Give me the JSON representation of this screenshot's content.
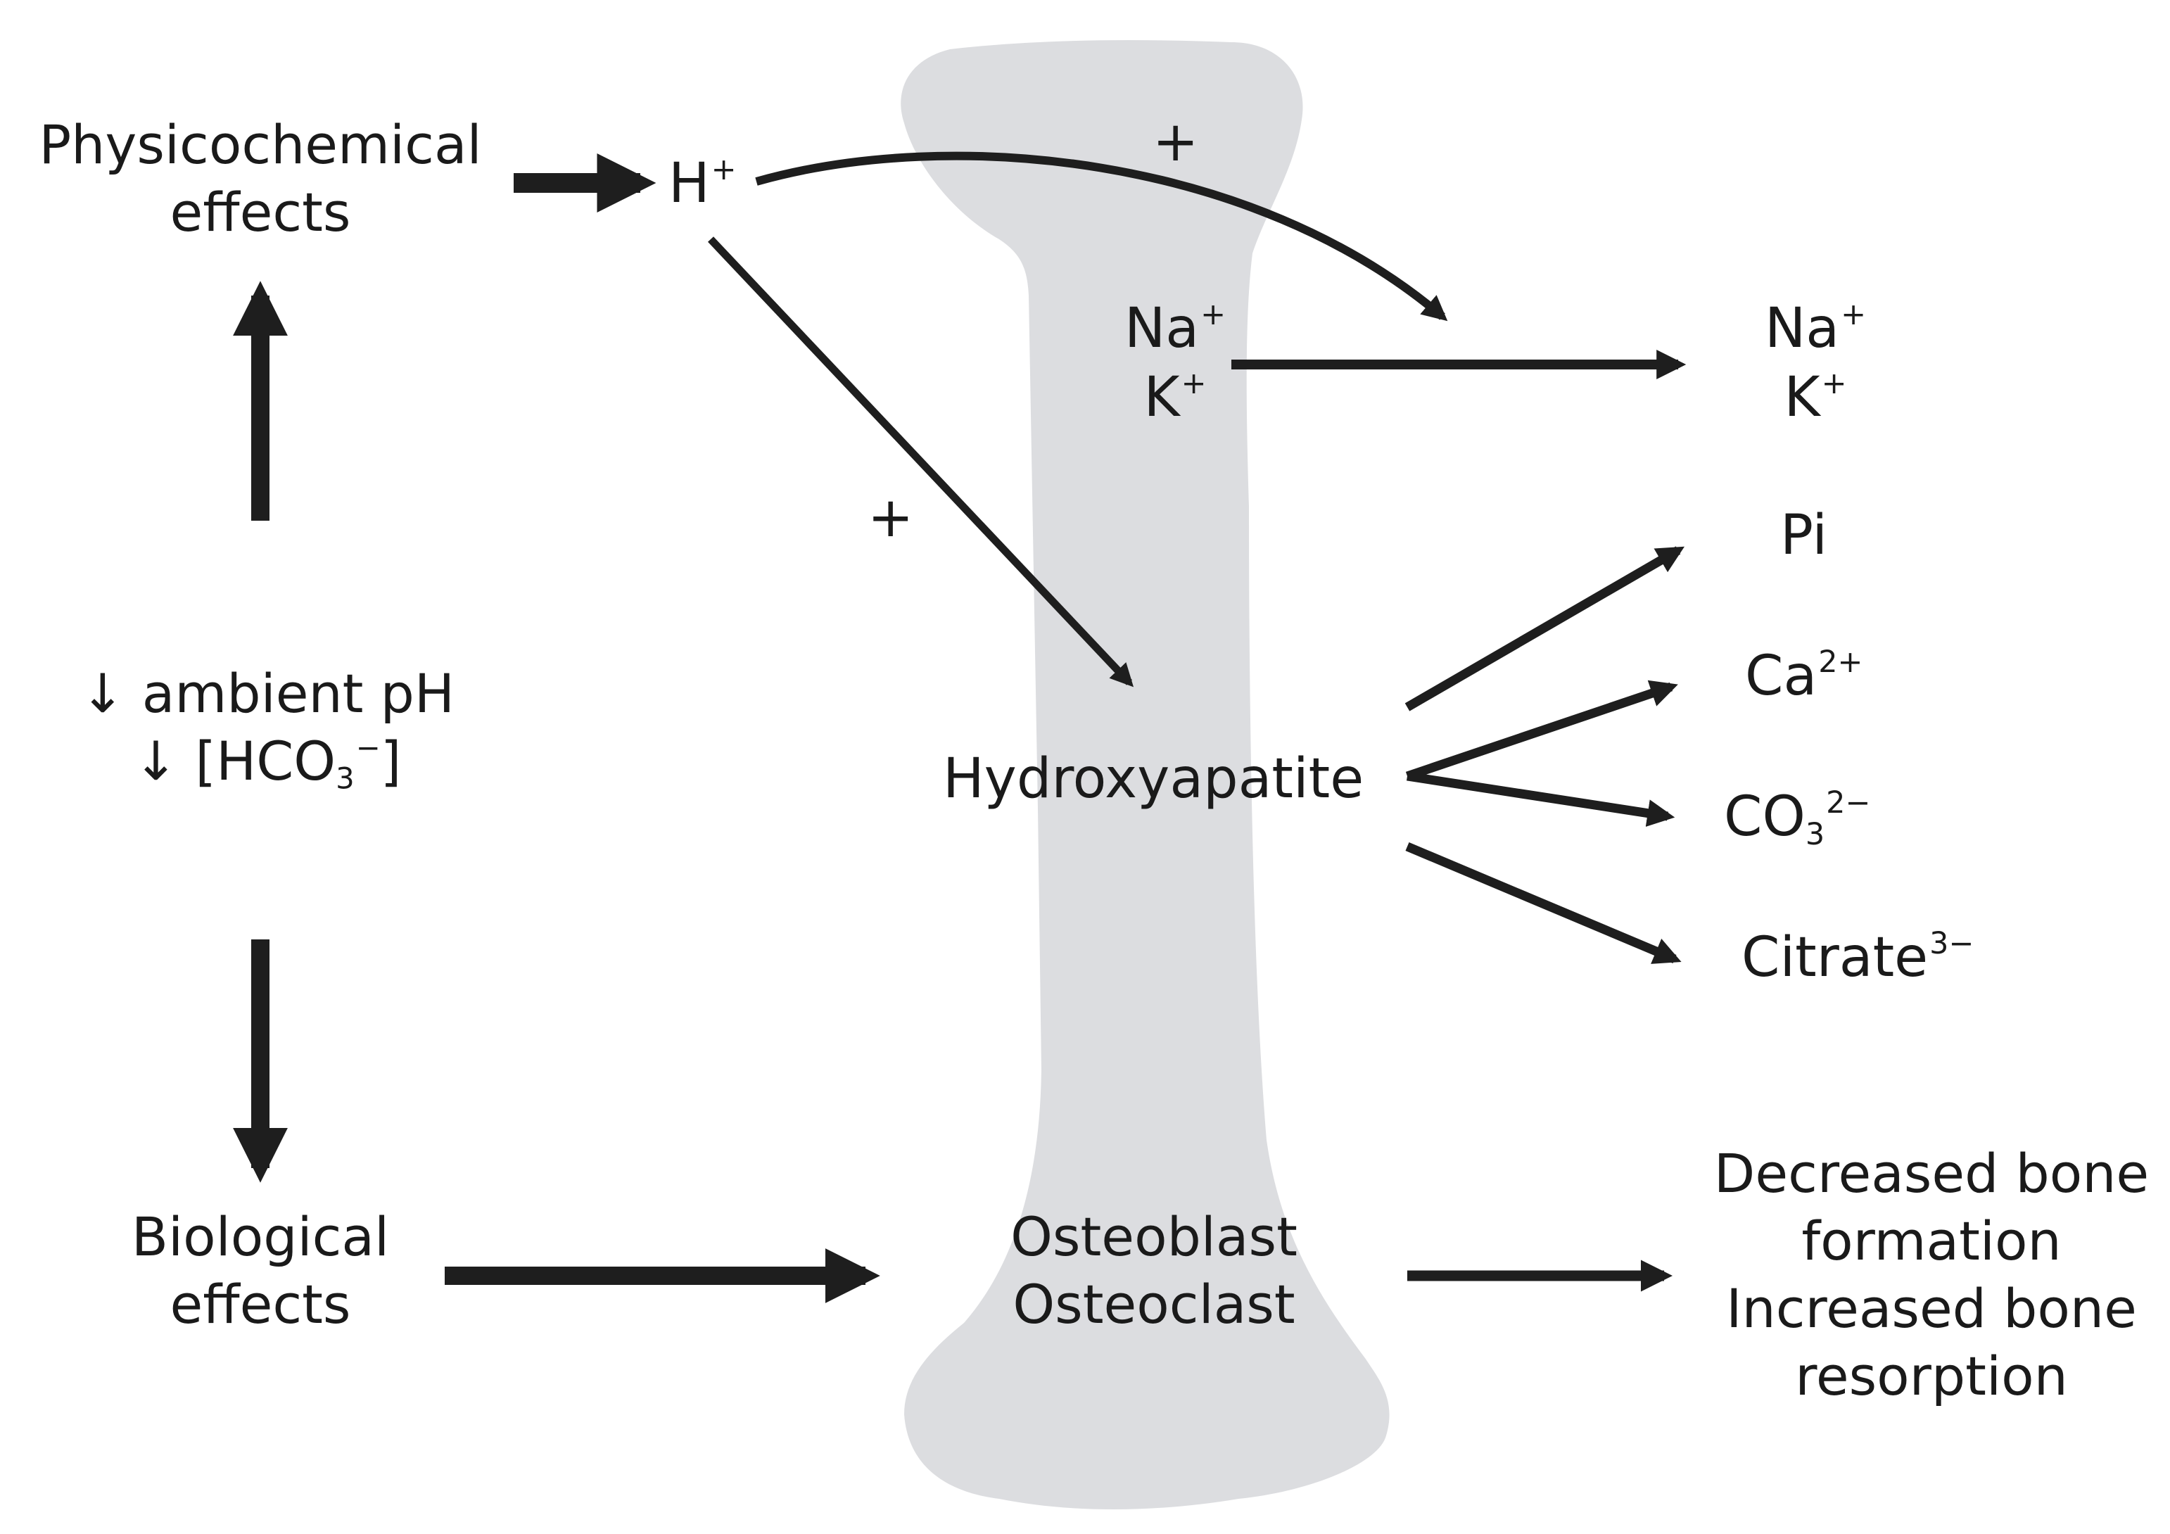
{
  "labels": {
    "physicochemical_line1": "Physicochemical",
    "physicochemical_line2": "effects",
    "h_plus": "H",
    "h_plus_sup": "+",
    "plus_top": "+",
    "plus_left": "+",
    "na_left": "Na",
    "na_left_sup": "+",
    "k_left": "K",
    "k_left_sup": "+",
    "na_right": "Na",
    "na_right_sup": "+",
    "k_right": "K",
    "k_right_sup": "+",
    "ambient_ph": "↓ ambient pH",
    "hco3_prefix": "↓ [HCO",
    "hco3_sub": "3",
    "hco3_sup": "−",
    "hco3_suffix": "]",
    "hydroxyapatite": "Hydroxyapatite",
    "pi": "Pi",
    "ca": "Ca",
    "ca_sup": "2+",
    "co3": "CO",
    "co3_sub": "3",
    "co3_sup": "2−",
    "citrate": "Citrate",
    "citrate_sup": "3−",
    "biological_line1": "Biological",
    "biological_line2": "effects",
    "osteoblast": "Osteoblast",
    "osteoclast": "Osteoclast",
    "outcome_line1": "Decreased bone",
    "outcome_line2": "formation",
    "outcome_line3": "Increased bone",
    "outcome_line4": "resorption"
  },
  "colors": {
    "bone": "#dcdde0",
    "arrow": "#1e1e1e",
    "text": "#1a1a1a"
  }
}
